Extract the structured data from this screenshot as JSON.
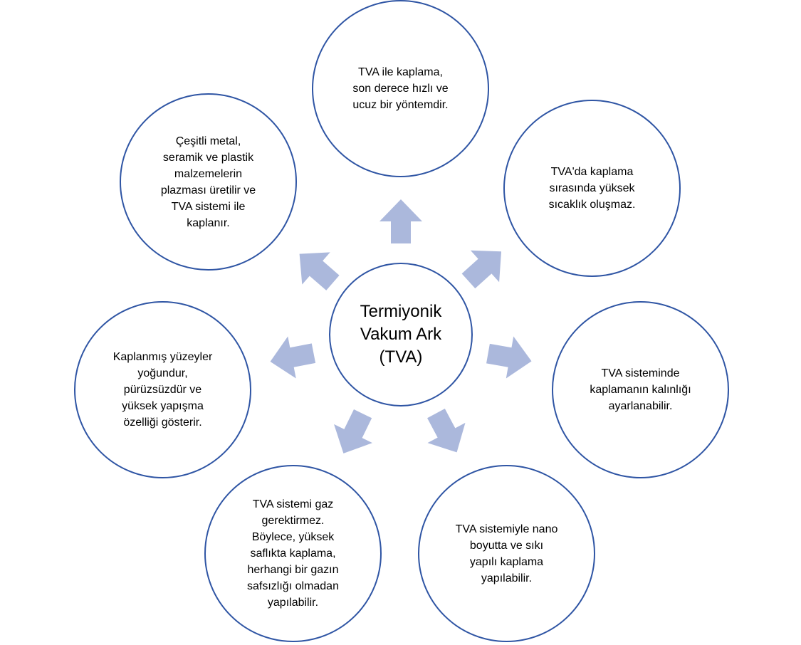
{
  "diagram": {
    "center": {
      "label": "Termiyonik\nVakum Ark\n(TVA)"
    },
    "nodes": [
      {
        "id": "top",
        "text": "TVA ile kaplama,\nson derece hızlı ve\nucuz bir yöntemdir."
      },
      {
        "id": "topright",
        "text": "TVA'da kaplama\nsırasında yüksek\nsıcaklık oluşmaz."
      },
      {
        "id": "right",
        "text": "TVA sisteminde\nkaplamanın kalınlığı\nayarlanabilir."
      },
      {
        "id": "botright",
        "text": "TVA sistemiyle nano\nboyutta ve sıkı\nyapılı kaplama\nyapılabilir."
      },
      {
        "id": "botleft",
        "text": "TVA sistemi gaz\ngerektirmez.\nBöylece, yüksek\nsaflıkta kaplama,\nherhangi bir gazın\nsafsızlığı olmadan\nyapılabilir."
      },
      {
        "id": "left",
        "text": "Kaplanmış yüzeyler\nyoğundur,\npürüzsüzdür ve\nyüksek yapışma\nözelliği gösterir."
      },
      {
        "id": "topleft",
        "text": "Çeşitli metal,\nseramik ve plastik\nmalzemelerin\nplazması üretilir ve\nTVA sistemi ile\nkaplanır."
      }
    ],
    "colors": {
      "circle_border": "#2f55a4",
      "arrow_fill": "#abb8dc",
      "text": "#000000"
    }
  }
}
